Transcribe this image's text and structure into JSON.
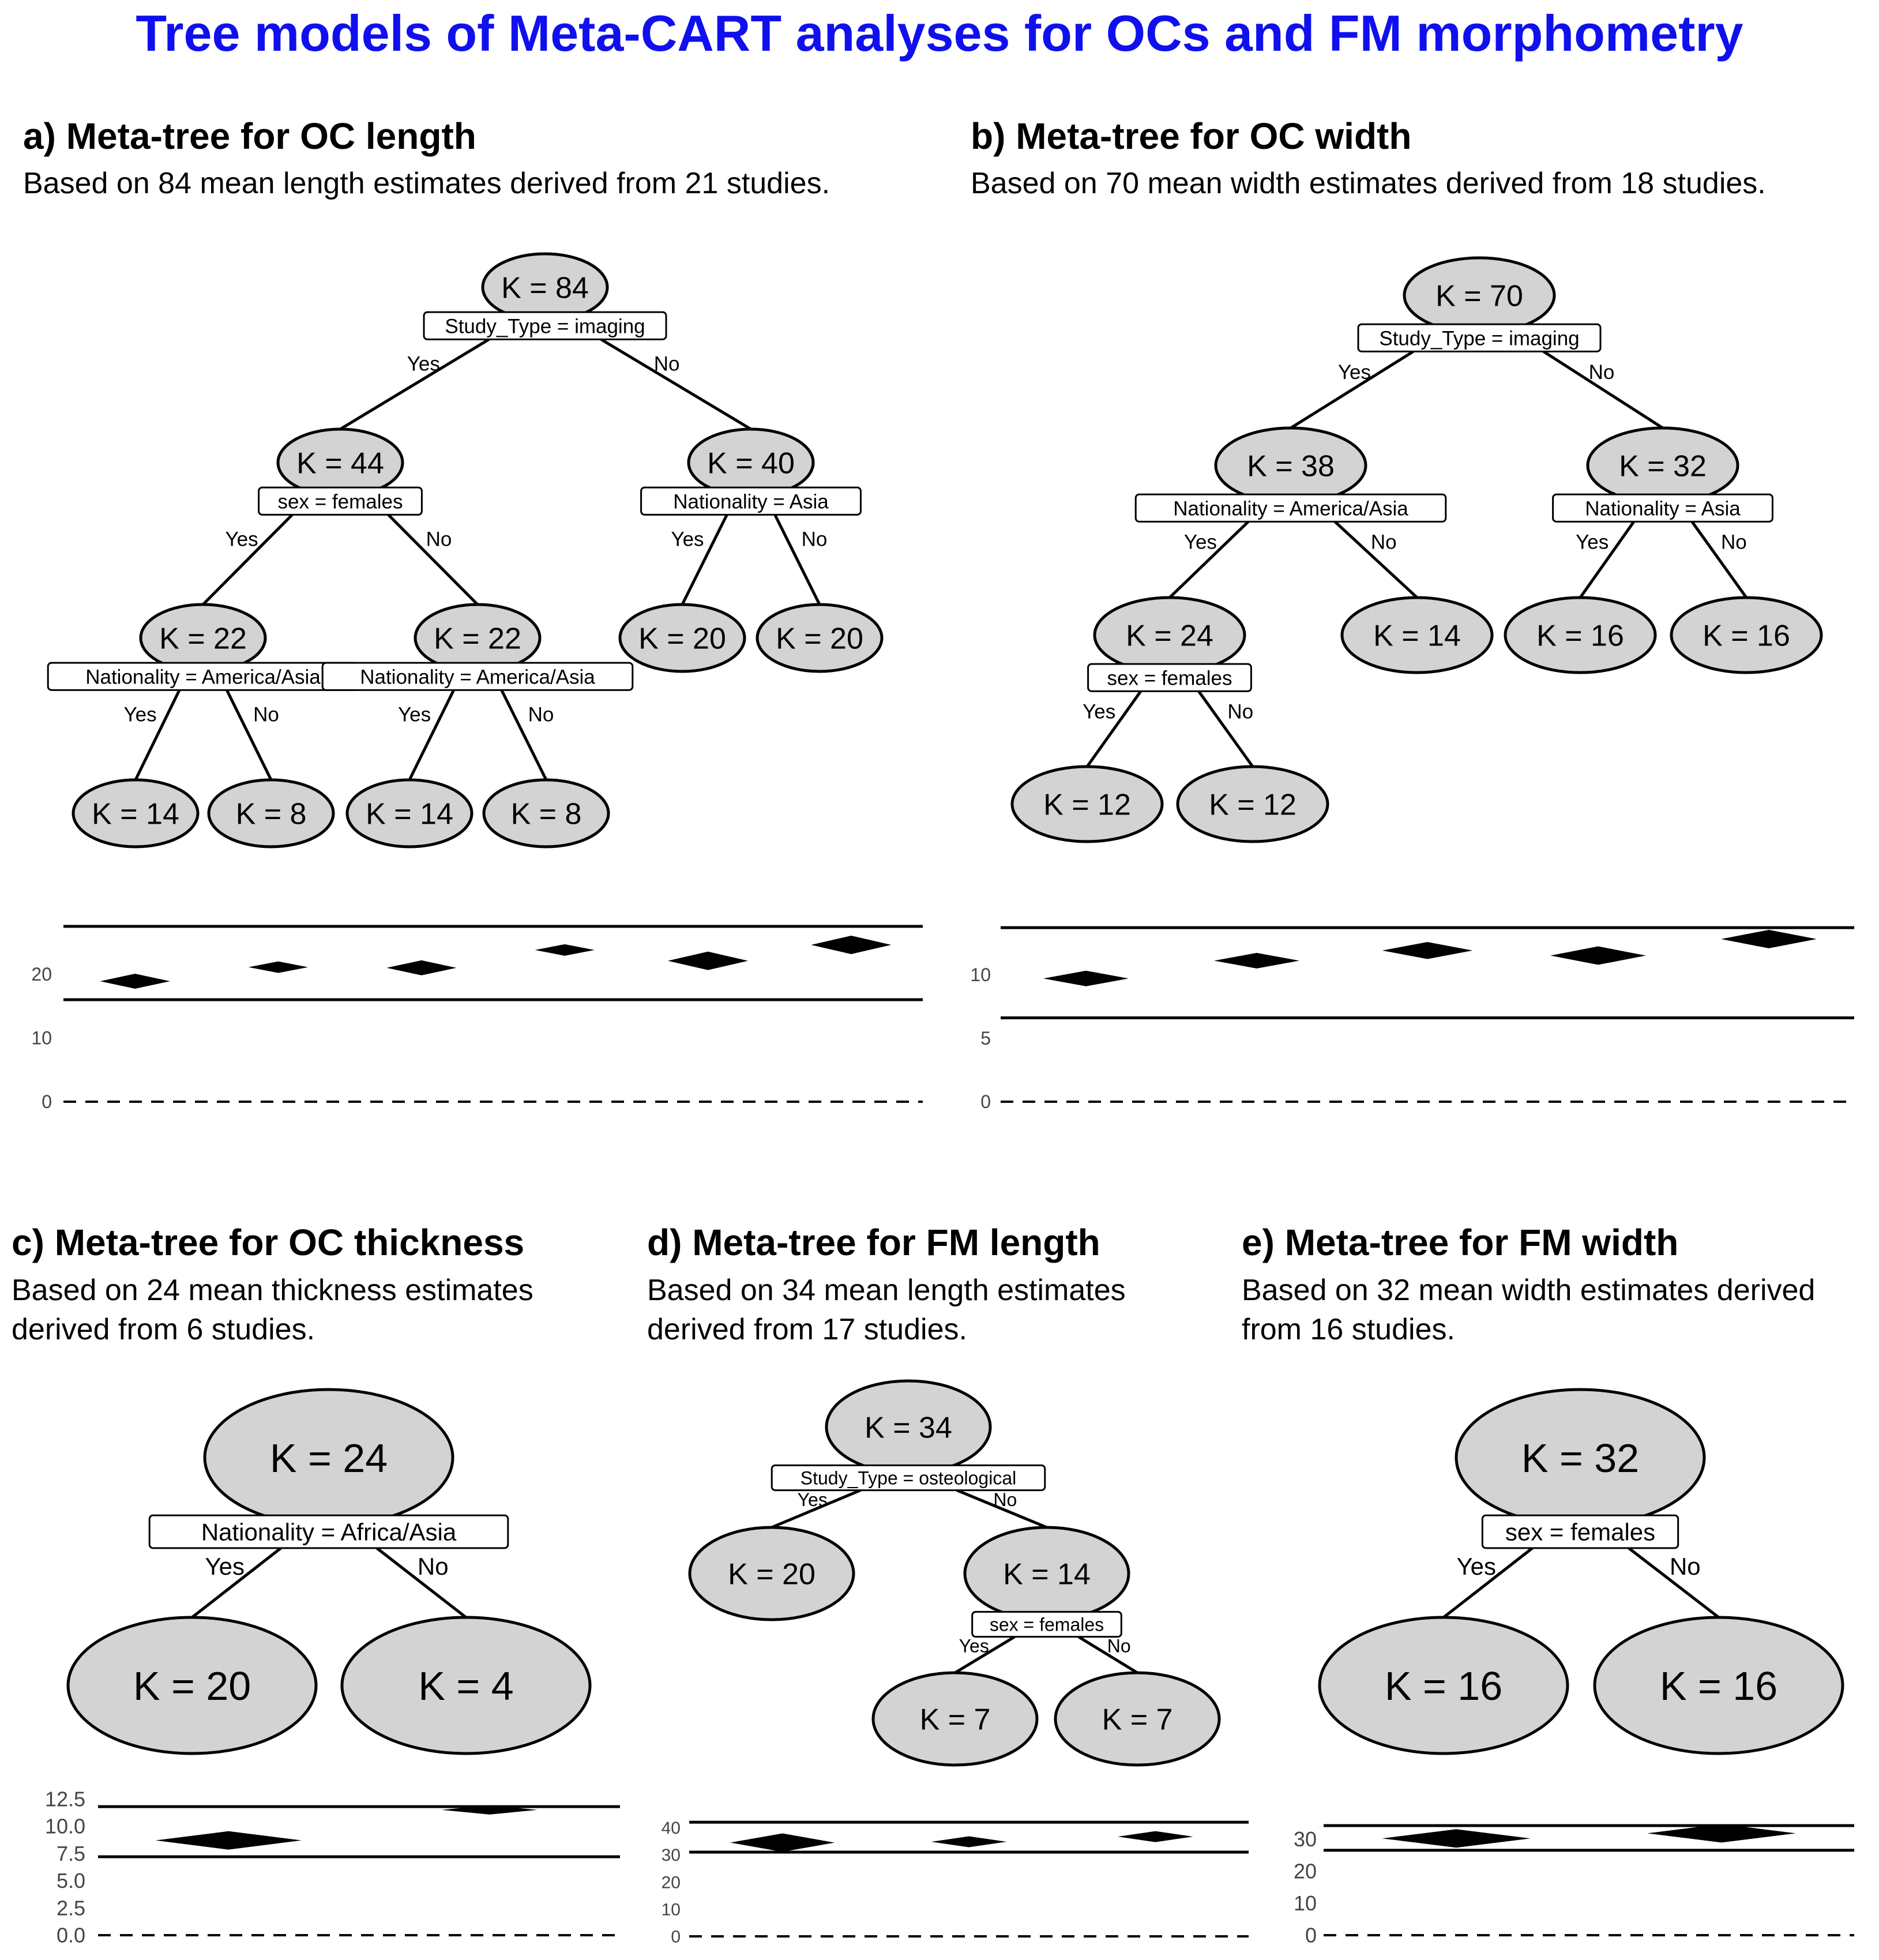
{
  "title": "Tree models of Meta-CART analyses for OCs and FM morphometry",
  "panels": [
    {
      "id": "a",
      "title": "a) Meta-tree for OC length",
      "subtitle": [
        "Based on 84 mean length estimates derived from 21 studies."
      ],
      "nodes": [
        {
          "id": "n0",
          "label": "K = 84",
          "split": "Study_Type = imaging",
          "children": [
            "n1",
            "n2"
          ]
        },
        {
          "id": "n1",
          "label": "K = 44",
          "split": "sex = females",
          "children": [
            "n3",
            "n4"
          ]
        },
        {
          "id": "n2",
          "label": "K = 40",
          "split": "Nationality = Asia",
          "children": [
            "n5",
            "n6"
          ]
        },
        {
          "id": "n3",
          "label": "K = 22",
          "split": "Nationality = America/Asia",
          "children": [
            "n7",
            "n8"
          ]
        },
        {
          "id": "n4",
          "label": "K = 22",
          "split": "Nationality = America/Asia",
          "children": [
            "n9",
            "n10"
          ]
        },
        {
          "id": "n5",
          "label": "K = 20"
        },
        {
          "id": "n6",
          "label": "K = 20"
        },
        {
          "id": "n7",
          "label": "K = 14"
        },
        {
          "id": "n8",
          "label": "K = 8"
        },
        {
          "id": "n9",
          "label": "K = 14"
        },
        {
          "id": "n10",
          "label": "K = 8"
        }
      ],
      "yes_label": "Yes",
      "no_label": "No",
      "forest": {
        "ticks": [
          0,
          10,
          20
        ],
        "ylim": [
          0,
          28.5
        ],
        "ref_lines": [
          16,
          27.5
        ],
        "estimates": [
          {
            "node": "n7",
            "value": 18.9,
            "weight": 14
          },
          {
            "node": "n8",
            "value": 21.1,
            "weight": 8
          },
          {
            "node": "n9",
            "value": 21.0,
            "weight": 14
          },
          {
            "node": "n10",
            "value": 23.8,
            "weight": 8
          },
          {
            "node": "n5",
            "value": 22.1,
            "weight": 20
          },
          {
            "node": "n6",
            "value": 24.6,
            "weight": 20
          }
        ]
      }
    },
    {
      "id": "b",
      "title": "b) Meta-tree for OC width",
      "subtitle": [
        "Based on 70 mean width estimates derived from 18 studies."
      ],
      "nodes": [
        {
          "id": "n0",
          "label": "K = 70",
          "split": "Study_Type = imaging",
          "children": [
            "n1",
            "n2"
          ]
        },
        {
          "id": "n1",
          "label": "K = 38",
          "split": "Nationality = America/Asia",
          "children": [
            "n3",
            "n4"
          ]
        },
        {
          "id": "n2",
          "label": "K = 32",
          "split": "Nationality = Asia",
          "children": [
            "n5",
            "n6"
          ]
        },
        {
          "id": "n3",
          "label": "K = 24",
          "split": "sex = females",
          "children": [
            "n7",
            "n8"
          ]
        },
        {
          "id": "n4",
          "label": "K = 14"
        },
        {
          "id": "n5",
          "label": "K = 16"
        },
        {
          "id": "n6",
          "label": "K = 16"
        },
        {
          "id": "n7",
          "label": "K = 12"
        },
        {
          "id": "n8",
          "label": "K = 12"
        }
      ],
      "yes_label": "Yes",
      "no_label": "No",
      "forest": {
        "ticks": [
          0,
          5,
          10
        ],
        "ylim": [
          0,
          14.3
        ],
        "ref_lines": [
          6.6,
          13.7
        ],
        "estimates": [
          {
            "node": "n7",
            "value": 9.7,
            "weight": 12
          },
          {
            "node": "n8",
            "value": 11.1,
            "weight": 12
          },
          {
            "node": "n4",
            "value": 11.9,
            "weight": 14
          },
          {
            "node": "n5",
            "value": 11.5,
            "weight": 16
          },
          {
            "node": "n6",
            "value": 12.8,
            "weight": 16
          }
        ]
      }
    },
    {
      "id": "c",
      "title": "c) Meta-tree for OC thickness",
      "subtitle": [
        "Based on 24 mean thickness estimates",
        "derived from 6 studies."
      ],
      "nodes": [
        {
          "id": "n0",
          "label": "K = 24",
          "split": "Nationality = Africa/Asia",
          "children": [
            "n1",
            "n2"
          ]
        },
        {
          "id": "n1",
          "label": "K = 20"
        },
        {
          "id": "n2",
          "label": "K = 4"
        }
      ],
      "yes_label": "Yes",
      "no_label": "No",
      "forest": {
        "ticks": [
          0.0,
          2.5,
          5.0,
          7.5,
          10.0,
          12.5
        ],
        "ylim": [
          0,
          13.5
        ],
        "ref_lines": [
          7.2,
          11.8
        ],
        "estimates": [
          {
            "node": "n1",
            "value": 8.7,
            "weight": 20
          },
          {
            "node": "n2",
            "value": 11.5,
            "weight": 4
          }
        ]
      }
    },
    {
      "id": "d",
      "title": "d) Meta-tree for FM length",
      "subtitle": [
        "Based on 34 mean length estimates",
        "derived from 17 studies."
      ],
      "nodes": [
        {
          "id": "n0",
          "label": "K = 34",
          "split": "Study_Type = osteological",
          "children": [
            "n1",
            "n2"
          ]
        },
        {
          "id": "n1",
          "label": "K = 20"
        },
        {
          "id": "n2",
          "label": "K = 14",
          "split": "sex = females",
          "children": [
            "n3",
            "n4"
          ]
        },
        {
          "id": "n3",
          "label": "K = 7"
        },
        {
          "id": "n4",
          "label": "K = 7"
        }
      ],
      "yes_label": "Yes",
      "no_label": "No",
      "forest": {
        "ticks": [
          0,
          10,
          20,
          30,
          40
        ],
        "ylim": [
          0,
          45
        ],
        "ref_lines": [
          31,
          42
        ],
        "estimates": [
          {
            "node": "n1",
            "value": 34.5,
            "weight": 20
          },
          {
            "node": "n3",
            "value": 34.8,
            "weight": 7
          },
          {
            "node": "n4",
            "value": 36.7,
            "weight": 7
          }
        ]
      }
    },
    {
      "id": "e",
      "title": "e) Meta-tree for FM width",
      "subtitle": [
        "Based on 32 mean width estimates derived",
        "from 16 studies."
      ],
      "nodes": [
        {
          "id": "n0",
          "label": "K = 32",
          "split": "sex = females",
          "children": [
            "n1",
            "n2"
          ]
        },
        {
          "id": "n1",
          "label": "K = 16"
        },
        {
          "id": "n2",
          "label": "K = 16"
        }
      ],
      "yes_label": "Yes",
      "no_label": "No",
      "forest": {
        "ticks": [
          0,
          10,
          20,
          30
        ],
        "ylim": [
          0,
          36
        ],
        "ref_lines": [
          26.5,
          34.2
        ],
        "estimates": [
          {
            "node": "n1",
            "value": 30.2,
            "weight": 16
          },
          {
            "node": "n2",
            "value": 31.8,
            "weight": 16
          }
        ]
      }
    }
  ]
}
